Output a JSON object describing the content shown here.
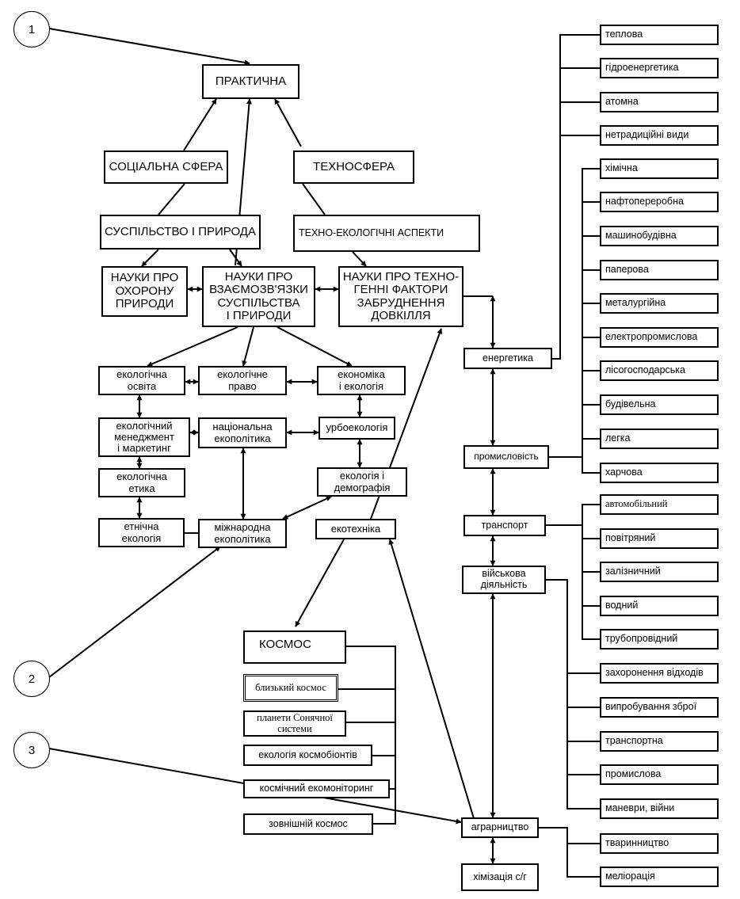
{
  "markers": [
    "1",
    "2",
    "3"
  ],
  "top": {
    "practical": "ПРАКТИЧНА",
    "social_sphere": "СОЦІАЛЬНА СФЕРА",
    "technosphere": "ТЕХНОСФЕРА",
    "society_nature": "СУСПІЛЬСТВО І ПРИРОДА",
    "techno_aspects": "ТЕХНО-ЕКОЛОГІЧНІ АСПЕКТИ"
  },
  "sciences": {
    "protection": "НАУКИ ПРО\nОХОРОНУ\nПРИРОДИ",
    "interrelations": "НАУКИ ПРО\nВЗАЄМОЗВ'ЯЗКИ\nСУСПІЛЬСТВА\nІ ПРИРОДИ",
    "technogenic": "НАУКИ ПРО ТЕХНО-\nГЕННІ ФАКТОРИ\nЗАБРУДНЕННЯ\nДОВКІЛЛЯ"
  },
  "branches": {
    "eco_education": "екологічна\nосвіта",
    "eco_law": "екологічне\nправо",
    "economy_ecology": "економіка\nі екологія",
    "eco_management": "екологічний\nменеджмент\nі маркетинг",
    "national_policy": "національна\nекополітика",
    "urboecology": "урбоекологія",
    "eco_ethics": "екологічна\nетика",
    "ecology_demography": "екологія і\nдемографія",
    "ethnic_ecology": "етнічна\nекологія",
    "international_policy": "міжнародна\nекополітика",
    "ecotechnics": "екотехніка"
  },
  "space": {
    "title": "КОСМОС",
    "near": "близький космос",
    "planets": "планети Сонячної\nсистеми",
    "cosmobionts": "екологія космобіонтів",
    "monitoring": "космічний екомоніторинг",
    "outer": "зовнішній космос"
  },
  "sectors": {
    "energy": "енергетика",
    "industry": "промисловість",
    "transport": "транспорт",
    "military": "військова\nдіяльність",
    "agriculture": "аграрництво",
    "chemicalization": "хімізація с/г"
  },
  "energy_items": [
    "теплова",
    "гідроенергетика",
    "атомна",
    "нетрадиційні види"
  ],
  "industry_items": [
    "хімічна",
    "нафтопереробна",
    "машинобудівна",
    "паперова",
    "металургійна",
    "електропромислова",
    "лісогосподарська",
    "будівельна",
    "легка",
    "харчова"
  ],
  "transport_items": [
    "автомобільний",
    "повітряний",
    "залізничний",
    "водний",
    "трубопровідний"
  ],
  "military_items": [
    "захоронення відходів",
    "випробування зброї",
    "транспортна",
    "промислова",
    "маневри, війни"
  ],
  "agriculture_items": [
    "тваринництво",
    "меліорація"
  ]
}
